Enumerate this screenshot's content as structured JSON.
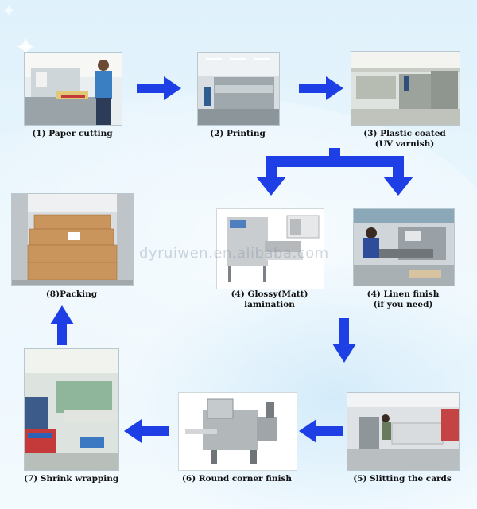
{
  "steps": [
    {
      "id": "paper-cutting",
      "label": "(1)  Paper cutting"
    },
    {
      "id": "printing",
      "label": "(2) Printing"
    },
    {
      "id": "plastic-coated",
      "label": "(3) Plastic coated",
      "label2": "(UV varnish)"
    },
    {
      "id": "glossy-lamination",
      "label": "(4) Glossy(Matt)",
      "label2": "lamination"
    },
    {
      "id": "linen-finish",
      "label": "(4) Linen finish",
      "label2": "(if you need)"
    },
    {
      "id": "slitting",
      "label": "(5) Slitting the cards"
    },
    {
      "id": "round-corner",
      "label": "(6) Round corner finish"
    },
    {
      "id": "shrink-wrapping",
      "label": "(7) Shrink wrapping"
    },
    {
      "id": "packing",
      "label": "(8)Packing"
    }
  ],
  "watermark": "dyruiwen.en.alibaba.com",
  "colors": {
    "arrow": "#1f3fe6",
    "background": "#e3f3fc"
  }
}
